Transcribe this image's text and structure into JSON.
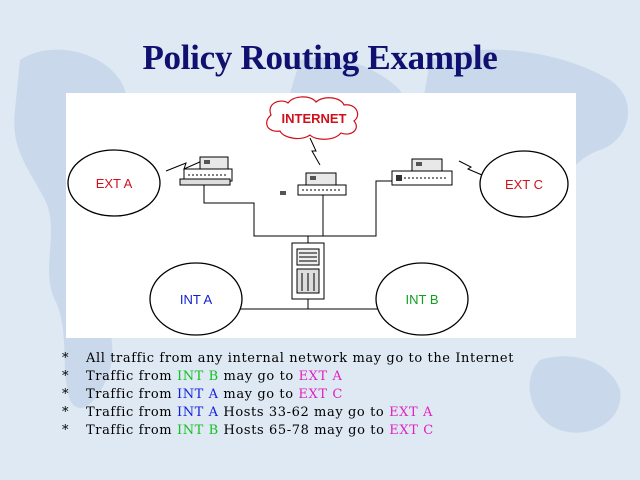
{
  "slide": {
    "title": "Policy Routing Example"
  },
  "diagram": {
    "nodes": {
      "internet": "INTERNET",
      "ext_a": "EXT A",
      "ext_c": "EXT C",
      "int_a": "INT A",
      "int_b": "INT B"
    },
    "colors": {
      "ext_label": "#d0101a",
      "int_a_label": "#1020d0",
      "int_b_label": "#10a020",
      "internet_label": "#d0101a"
    }
  },
  "bullets": {
    "marker": "*",
    "items": [
      {
        "parts": [
          {
            "text": "All traffic from any internal network may go to the Internet",
            "color": "#000000"
          }
        ]
      },
      {
        "parts": [
          {
            "text": "Traffic from ",
            "color": "#000000"
          },
          {
            "text": "INT B",
            "color": "#10c020"
          },
          {
            "text": " may go to ",
            "color": "#000000"
          },
          {
            "text": "EXT A",
            "color": "#e020c0"
          }
        ]
      },
      {
        "parts": [
          {
            "text": "Traffic from ",
            "color": "#000000"
          },
          {
            "text": "INT A",
            "color": "#1020e0"
          },
          {
            "text": " may go to ",
            "color": "#000000"
          },
          {
            "text": "EXT C",
            "color": "#e020c0"
          }
        ]
      },
      {
        "parts": [
          {
            "text": "Traffic from ",
            "color": "#000000"
          },
          {
            "text": "INT A",
            "color": "#1020e0"
          },
          {
            "text": " Hosts 33-62 may go to ",
            "color": "#000000"
          },
          {
            "text": "EXT A",
            "color": "#e020c0"
          }
        ]
      },
      {
        "parts": [
          {
            "text": "Traffic from ",
            "color": "#000000"
          },
          {
            "text": "INT B",
            "color": "#10c020"
          },
          {
            "text": " Hosts 65-78 may go to ",
            "color": "#000000"
          },
          {
            "text": "EXT C",
            "color": "#e020c0"
          }
        ]
      }
    ]
  }
}
